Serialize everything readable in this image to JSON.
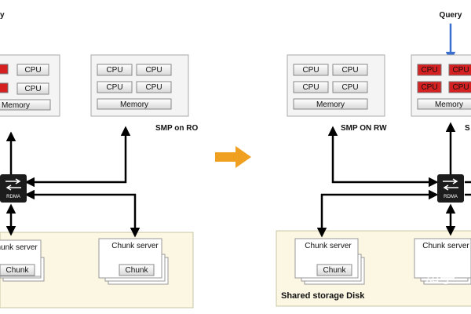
{
  "diagram": {
    "left": {
      "smp_left_label": "",
      "smp_right_label": "SMP on RO",
      "query_label": "y",
      "cpu_label": "CPU",
      "memory_label": "Memory",
      "chunk_server_label": "Chunk server",
      "chunk_label": "Chunk",
      "switch_label": "RDMA"
    },
    "right": {
      "smp_left_label": "SMP ON RW",
      "smp_right_label": "S",
      "query_label": "Query",
      "cpu_label": "CPU",
      "memory_label": "Memory",
      "chunk_server_label": "Chunk server",
      "chunk_label": "Chunk",
      "storage_label": "Shared storage Disk",
      "switch_label": "RDMA"
    },
    "watermark": "知乎",
    "colors": {
      "arrow_orange": "#f0a020",
      "query_blue": "#3a6fd0",
      "cpu_red": "#d42020",
      "storage_fill": "#fbf7e3",
      "node_fill": "#f4f4f4"
    }
  }
}
